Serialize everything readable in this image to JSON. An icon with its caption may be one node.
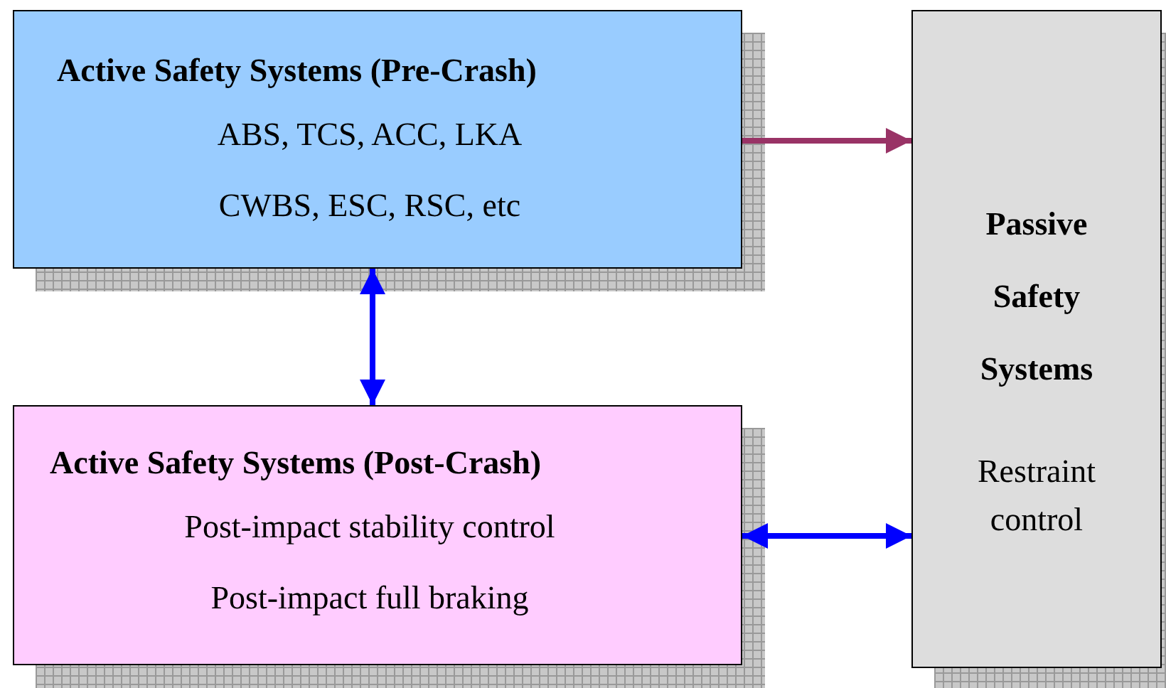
{
  "diagram": {
    "nodes": [
      {
        "text": [
          "Active Safety Systems (Pre-Crash)",
          "ABS, TCS, ACC, LKA",
          "CWBS, ESC, RSC, etc"
        ]
      },
      {
        "text": [
          "Active Safety Systems (Post-Crash)",
          "Post-impact stability control",
          "Post-impact full braking"
        ]
      },
      {
        "text": [
          "Passive Safety Systems",
          "Restraint control"
        ]
      }
    ],
    "edges": [
      {
        "from": 0,
        "to": 2,
        "arrow": "to",
        "color": "#993366"
      },
      {
        "from": 0,
        "to": 1,
        "arrow": "both"
      },
      {
        "from": 1,
        "to": 2,
        "arrow": "both"
      }
    ]
  }
}
